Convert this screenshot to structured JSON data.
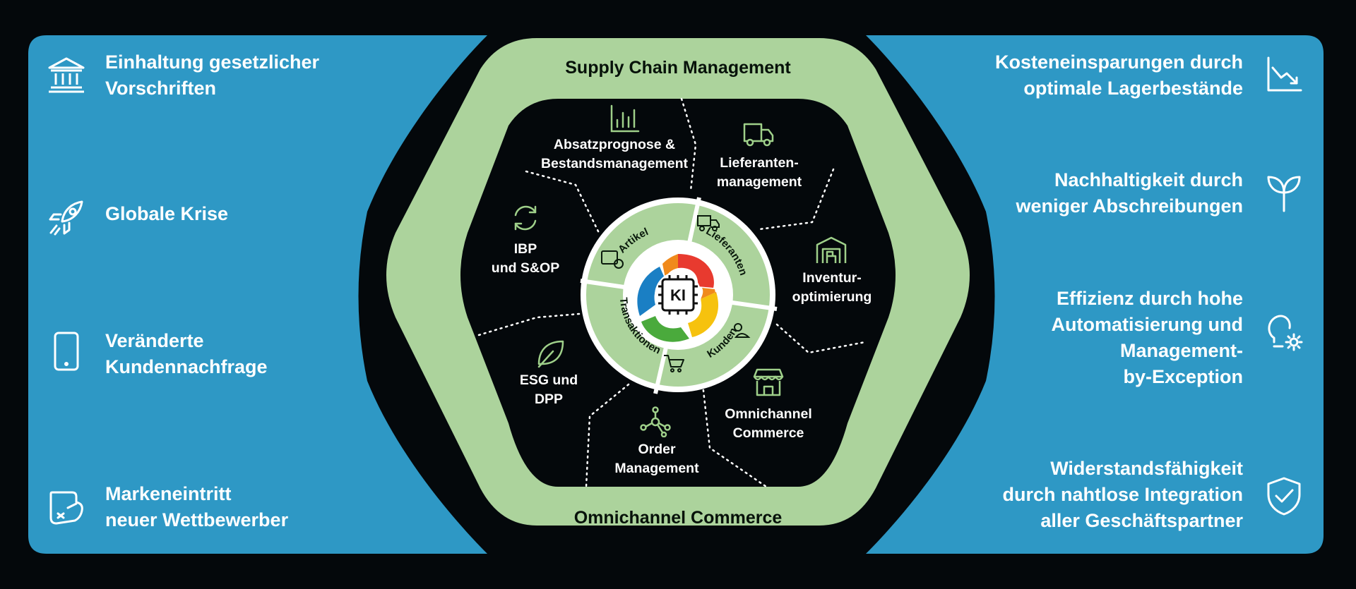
{
  "colors": {
    "panel": "#2e98c5",
    "background": "#04080b",
    "ring": "#acd39c",
    "icon_green": "#9fd08a",
    "white": "#ffffff"
  },
  "left_items": [
    {
      "lines": [
        "Einhaltung gesetzlicher",
        "Vorschriften"
      ],
      "icon": "bank-building-icon"
    },
    {
      "lines": [
        "Globale Krise"
      ],
      "icon": "rocket-icon"
    },
    {
      "lines": [
        "Veränderte",
        "Kundennachfrage"
      ],
      "icon": "smartphone-icon"
    },
    {
      "lines": [
        "Markeneintritt",
        "neuer Wettbewerber"
      ],
      "icon": "boxing-glove-icon"
    }
  ],
  "right_items": [
    {
      "lines": [
        "Kosteneinsparungen durch",
        "optimale Lagerbestände"
      ],
      "icon": "chart-trend-down-icon"
    },
    {
      "lines": [
        "Nachhaltigkeit durch",
        "weniger Abschreibungen"
      ],
      "icon": "sprout-icon"
    },
    {
      "lines": [
        "Effizienz durch hohe",
        "Automatisierung und",
        "Management-",
        "by-Exception"
      ],
      "icon": "lightbulb-gear-icon"
    },
    {
      "lines": [
        "Widerstandsfähigkeit",
        "durch nahtlose Integration",
        "aller Geschäftspartner"
      ],
      "icon": "shield-check-icon"
    }
  ],
  "ring": {
    "top_title": "Supply Chain Management",
    "bottom_title": "Omnichannel Commerce"
  },
  "segments": [
    {
      "lines": [
        "Absatzprognose &",
        "Bestandsmanagement"
      ],
      "icon": "bar-chart-icon"
    },
    {
      "lines": [
        "Lieferanten-",
        "management"
      ],
      "icon": "delivery-truck-icon"
    },
    {
      "lines": [
        "Inventur-",
        "optimierung"
      ],
      "icon": "warehouse-icon"
    },
    {
      "lines": [
        "Omnichannel",
        "Commerce"
      ],
      "icon": "storefront-icon"
    },
    {
      "lines": [
        "Order",
        "Management"
      ],
      "icon": "network-nodes-icon"
    },
    {
      "lines": [
        "ESG und",
        "DPP"
      ],
      "icon": "leaf-icon"
    },
    {
      "lines": [
        "IBP",
        "und S&OP"
      ],
      "icon": "refresh-cycle-icon"
    }
  ],
  "core": {
    "quadrants": [
      "Artikel",
      "Lieferanten",
      "Kunden",
      "Transaktionen"
    ],
    "center_label": "KI"
  }
}
